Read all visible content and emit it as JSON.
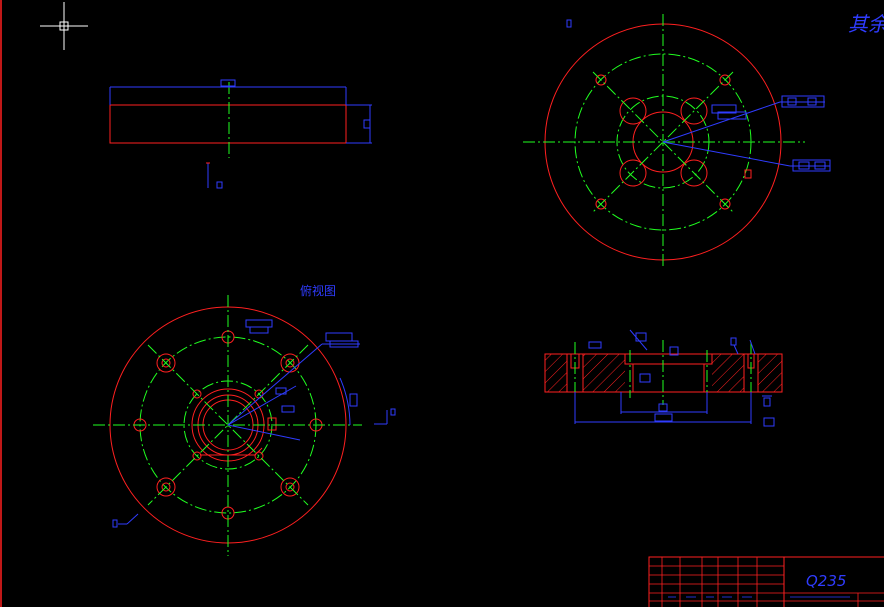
{
  "drawing": {
    "title_fragment": "其余",
    "section_label": "俯视图",
    "material": "Q235"
  },
  "colors": {
    "background": "#000000",
    "outline": "#ff2020",
    "centerline": "#20ff20",
    "dimension": "#2f3cff",
    "crosshair": "#ffffff"
  },
  "icons": {
    "cursor": "crosshair-cursor-icon"
  }
}
